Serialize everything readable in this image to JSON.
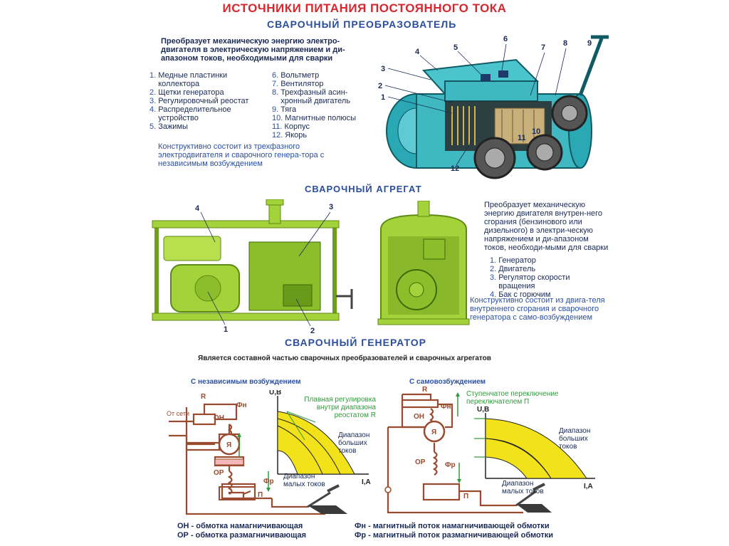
{
  "title": "ИСТОЧНИКИ ПИТАНИЯ ПОСТОЯННОГО ТОКА",
  "converter": {
    "heading": "СВАРОЧНЫЙ ПРЕОБРАЗОВАТЕЛЬ",
    "description": "Преобразует механическую энергию электро-двигателя в электрическую напряжением и ди-апазоном токов, необходимыми для сварки",
    "legend_col1": [
      {
        "num": "1.",
        "text": "Медные пластинки коллектора"
      },
      {
        "num": "2.",
        "text": "Щетки генератора"
      },
      {
        "num": "3.",
        "text": "Регулировочный реостат"
      },
      {
        "num": "4.",
        "text": "Распределительное устройство"
      },
      {
        "num": "5.",
        "text": "Зажимы"
      }
    ],
    "legend_col2": [
      {
        "num": "6.",
        "text": "Вольтметр"
      },
      {
        "num": "7.",
        "text": "Вентилятор"
      },
      {
        "num": "8.",
        "text": "Трехфазный асин-хронный двигатель"
      },
      {
        "num": "9.",
        "text": "Тяга"
      },
      {
        "num": "10.",
        "text": "Магнитные полюсы"
      },
      {
        "num": "11.",
        "text": "Корпус"
      },
      {
        "num": "12.",
        "text": "Якорь"
      }
    ],
    "note": "Конструктивно состоит из трехфазного электродвигателя и сварочного генера-тора с независимым возбуждением",
    "callouts": [
      "1",
      "2",
      "3",
      "4",
      "5",
      "6",
      "7",
      "8",
      "9",
      "10",
      "11",
      "12"
    ]
  },
  "aggregate": {
    "heading": "СВАРОЧНЫЙ АГРЕГАТ",
    "description": "Преобразует механическую энергию двигателя внутрен-него сгорания (бензинового или дизельного) в электри-ческую напряжением и ди-апазоном токов, необходи-мыми для сварки",
    "legend": [
      {
        "num": "1.",
        "text": "Генератор"
      },
      {
        "num": "2.",
        "text": "Двигатель"
      },
      {
        "num": "3.",
        "text": "Регулятор скорости вращения"
      },
      {
        "num": "4.",
        "text": "Бак с горючим"
      }
    ],
    "note": "Конструктивно состоит из двига-теля внутреннего сгорания и сварочного генератора с само-возбуждением",
    "callouts": [
      "1",
      "2",
      "3",
      "4"
    ]
  },
  "generator": {
    "heading": "СВАРОЧНЫЙ ГЕНЕРАТОР",
    "subtitle": "Является составной частью сварочных преобразователей и сварочных агрегатов",
    "left": {
      "title": "С независимым возбуждением",
      "labels": {
        "R": "R",
        "OH": "ОН",
        "fn": "Фн",
        "from_net": "От сети",
        "ya": "Я",
        "OP": "ОР",
        "fp": "Фр",
        "P": "П"
      },
      "axis_y": "U,B",
      "axis_x": "I,A",
      "note": "Плавная регулировка внутри диапазона реостатом R",
      "range_big": "Диапазон больших токов",
      "range_small": "Диапазон малых токов"
    },
    "right": {
      "title": "С самовозбуждением",
      "labels": {
        "R": "R",
        "OH": "ОН",
        "fn": "Фн",
        "ya": "Я",
        "OP": "ОР",
        "fp": "Фр",
        "P": "П"
      },
      "axis_y": "U,B",
      "axis_x": "I,A",
      "note": "Ступенчатое переключение переключателем П",
      "range_big": "Диапазон больших токов",
      "range_small": "Диапазон малых токов"
    },
    "footer": {
      "left1": "ОН - обмотка намагничивающая",
      "left2": "ОР - обмотка размагничивающая",
      "right1": "Фн - магнитный поток намагничивающей обмотки",
      "right2": "Фр - магнитный поток размагничивающей обмотки"
    }
  },
  "colors": {
    "title_red": "#d8262e",
    "heading_blue": "#2a4d9c",
    "machine_teal": "#3fb8c2",
    "aggregate_green": "#a4d23a",
    "circuit_brown": "#9a4a2e",
    "curve_yellow": "#f2e21a",
    "note_green": "#2f9a3a"
  }
}
